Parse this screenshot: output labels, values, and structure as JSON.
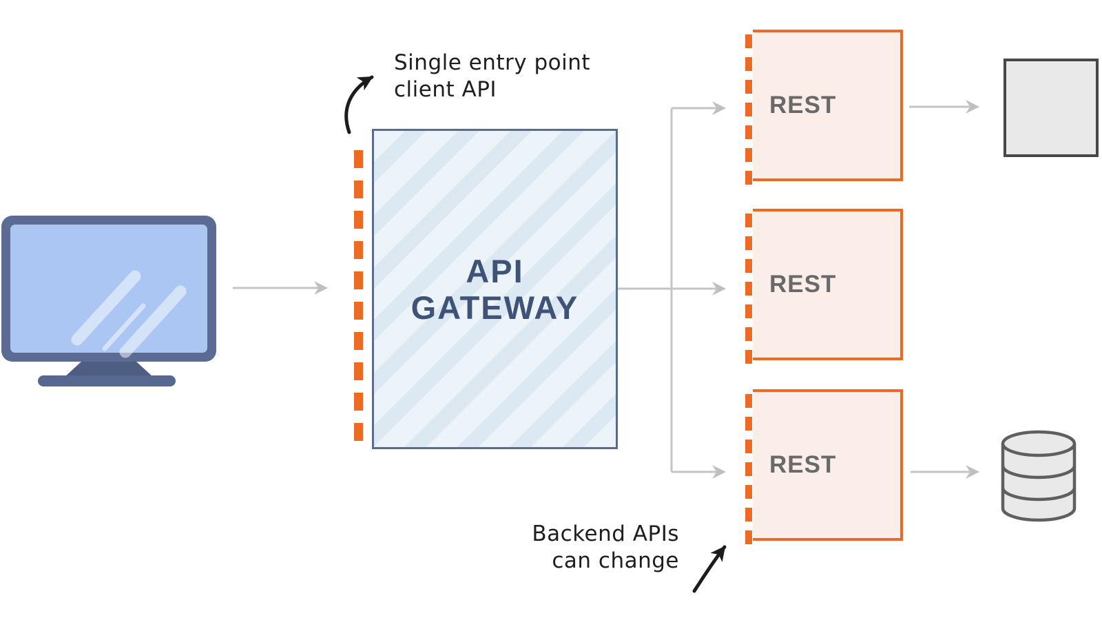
{
  "diagram": {
    "title": "API Gateway architecture diagram",
    "client": {
      "icon": "monitor-icon"
    },
    "gateway": {
      "title_line1": "API",
      "title_line2": "GATEWAY"
    },
    "services": [
      {
        "label": "REST"
      },
      {
        "label": "REST"
      },
      {
        "label": "REST"
      }
    ],
    "sinks": [
      {
        "icon": "square-service-node"
      },
      {
        "icon": "database-icon"
      }
    ],
    "annotations": {
      "entry": {
        "line1": "Single entry point",
        "line2": "client API"
      },
      "backend": {
        "line1": "Backend APIs",
        "line2": "can change"
      }
    },
    "colors": {
      "orange": "#ed6a24",
      "slate_border": "#5b6b8e",
      "gateway_text": "#3e5377",
      "gateway_fill": "#ecf3f9",
      "gateway_stripe": "#dde9f2",
      "rest_fill": "#fbeee8",
      "rest_text": "#696969",
      "arrow_gray": "#c5c5c5",
      "annotation_ink": "#1e1e1e",
      "monitor_frame": "#5b6b94",
      "monitor_screen": "#abc6f3",
      "node_fill": "#e9e9e9",
      "node_border": "#474747"
    }
  }
}
